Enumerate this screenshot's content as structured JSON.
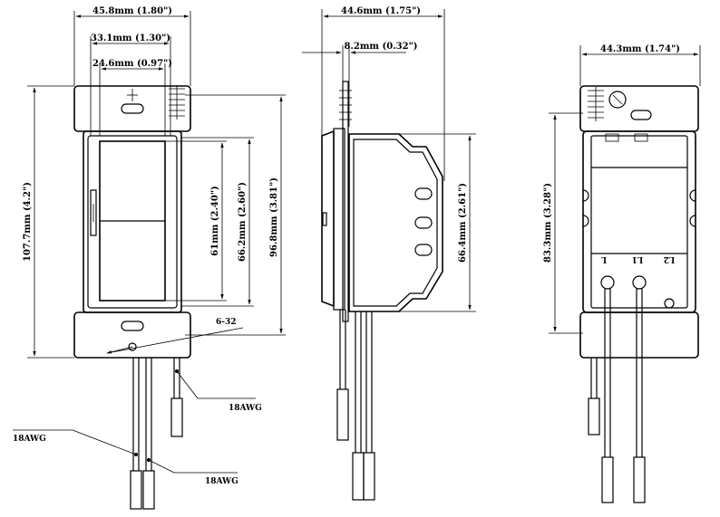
{
  "front_view": {
    "width_overall": "45.8mm (1.80\")",
    "width_body": "33.1mm (1.30\")",
    "width_paddle": "24.6mm (0.97\")",
    "height_overall": "107.7mm (4.2\")",
    "height_paddle": "61mm (2.40\")",
    "height_face": "66.2mm (2.60\")",
    "height_screws": "96.8mm (3.81\")",
    "screw_label": "6-32",
    "wire_label_right": "18AWG",
    "wire_label_left": "18AWG",
    "wire_label_bottom": "18AWG"
  },
  "side_view": {
    "depth_overall": "44.6mm (1.75\")",
    "depth_face": "8.2mm (0.32\")",
    "height_body": "66.4mm (2.61\")"
  },
  "back_view": {
    "width_overall": "44.3mm (1.74\")",
    "height_body": "83.3mm (3.28\")",
    "terminal_l": "L",
    "terminal_l1": "L1",
    "terminal_l2": "L2"
  }
}
